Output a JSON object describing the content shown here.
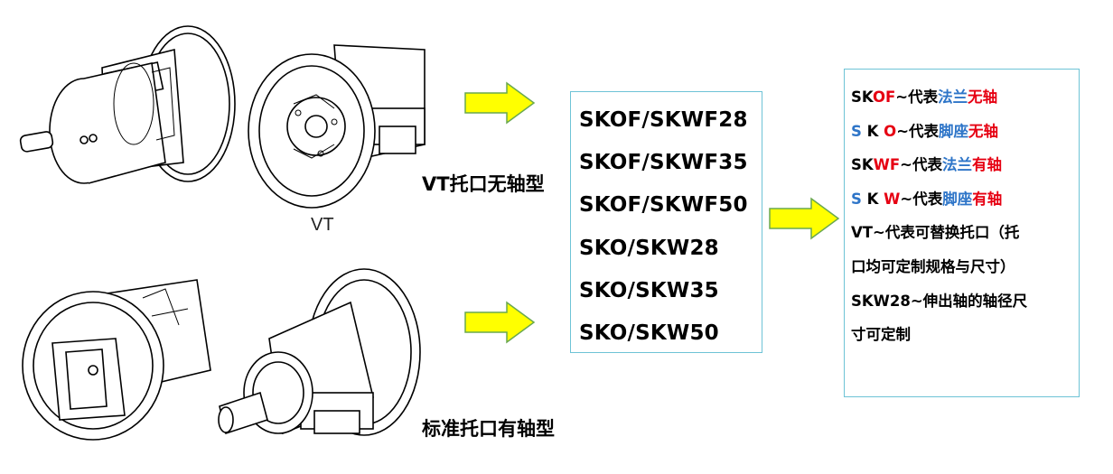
{
  "labels": {
    "vt_caption": "VT",
    "type_no_shaft": "VT托口无轴型",
    "type_with_shaft": "标准托口有轴型"
  },
  "models": [
    "SKOF/SKWF28",
    "SKOF/SKWF35",
    "SKOF/SKWF50",
    "SKO/SKW28",
    "SKO/SKW35",
    "SKO/SKW50"
  ],
  "legend": {
    "lines": [
      {
        "segments": [
          {
            "text": "SK",
            "color": "#000000"
          },
          {
            "text": "OF",
            "color": "#e60012"
          },
          {
            "text": "~代表",
            "color": "#000000"
          },
          {
            "text": "法兰",
            "color": "#2e75c8"
          },
          {
            "text": "无轴",
            "color": "#e60012"
          }
        ]
      },
      {
        "segments": [
          {
            "text": "S ",
            "color": "#2e75c8"
          },
          {
            "text": "K ",
            "color": "#000000"
          },
          {
            "text": "O",
            "color": "#e60012"
          },
          {
            "text": "~代表",
            "color": "#000000"
          },
          {
            "text": "脚座",
            "color": "#2e75c8"
          },
          {
            "text": "无轴",
            "color": "#e60012"
          }
        ]
      },
      {
        "segments": [
          {
            "text": "SK",
            "color": "#000000"
          },
          {
            "text": "WF",
            "color": "#e60012"
          },
          {
            "text": "~代表",
            "color": "#000000"
          },
          {
            "text": "法兰",
            "color": "#2e75c8"
          },
          {
            "text": "有轴",
            "color": "#e60012"
          }
        ]
      },
      {
        "segments": [
          {
            "text": "S ",
            "color": "#2e75c8"
          },
          {
            "text": "K ",
            "color": "#000000"
          },
          {
            "text": "W",
            "color": "#e60012"
          },
          {
            "text": "~代表",
            "color": "#000000"
          },
          {
            "text": "脚座",
            "color": "#2e75c8"
          },
          {
            "text": "有轴",
            "color": "#e60012"
          }
        ]
      },
      {
        "segments": [
          {
            "text": "VT~代表可替换托口（托",
            "color": "#000000"
          }
        ]
      },
      {
        "segments": [
          {
            "text": "口均可定制规格与尺寸）",
            "color": "#000000"
          }
        ]
      },
      {
        "segments": [
          {
            "text": "SKW28~伸出轴的轴径尺",
            "color": "#000000"
          }
        ]
      },
      {
        "segments": [
          {
            "text": "寸可定制",
            "color": "#000000"
          }
        ]
      }
    ]
  },
  "colors": {
    "arrow_fill": "#ffff00",
    "arrow_stroke": "#6aa84f",
    "box_border": "#6ec3d6",
    "accent_red": "#e60012",
    "accent_blue": "#2e75c8"
  }
}
